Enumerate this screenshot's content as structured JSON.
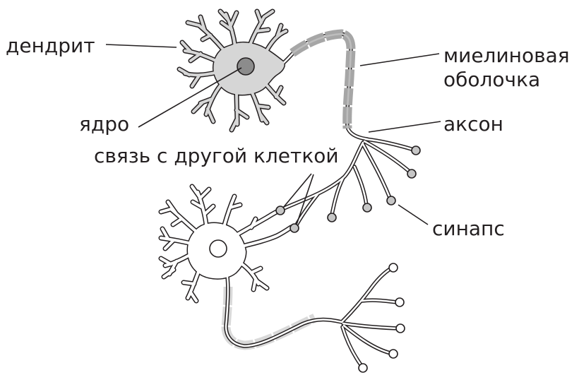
{
  "labels": {
    "dendrite": "дендрит",
    "nucleus": "ядро",
    "myelin_line1": "миелиновая",
    "myelin_line2": "оболочка",
    "axon": "аксон",
    "connection": "связь с другой клеткой",
    "synapse": "синапс"
  },
  "colors": {
    "outline": "#231f20",
    "upper_soma": "#d6d6d6",
    "upper_nucleus": "#8c8c8c",
    "upper_myelin": "#a6a6a6",
    "lower_myelin": "#d9d9d9",
    "lower_fill": "#ffffff",
    "bulb_upper": "#c6c6c6"
  }
}
